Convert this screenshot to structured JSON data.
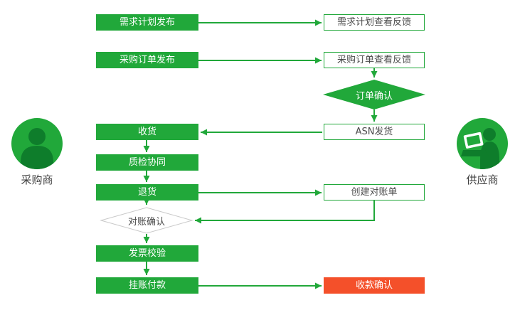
{
  "actors": {
    "buyer": {
      "label": "采购商",
      "icon": "person-silhouette-icon"
    },
    "supplier": {
      "label": "供应商",
      "icon": "person-with-laptop-icon"
    }
  },
  "nodes": {
    "demand_plan_publish": "需求计划发布",
    "demand_plan_feedback": "需求计划查看反馈",
    "po_publish": "采购订单发布",
    "po_feedback": "采购订单查看反馈",
    "order_confirm": "订单确认",
    "receive_goods": "收货",
    "asn_ship": "ASN发货",
    "quality_check": "质检协同",
    "return_goods": "退货",
    "create_statement": "创建对账单",
    "reconcile_confirm": "对账确认",
    "invoice_verify": "发票校验",
    "payment_posting": "挂账付款",
    "receipt_confirm": "收款确认"
  },
  "colors": {
    "primary_green": "#21a83a",
    "icon_dark_green": "#0e7d2b",
    "alert_red": "#f4502a",
    "diamond_border_gray": "#c9c9c9",
    "box_text_dark": "#4a4a4a"
  }
}
